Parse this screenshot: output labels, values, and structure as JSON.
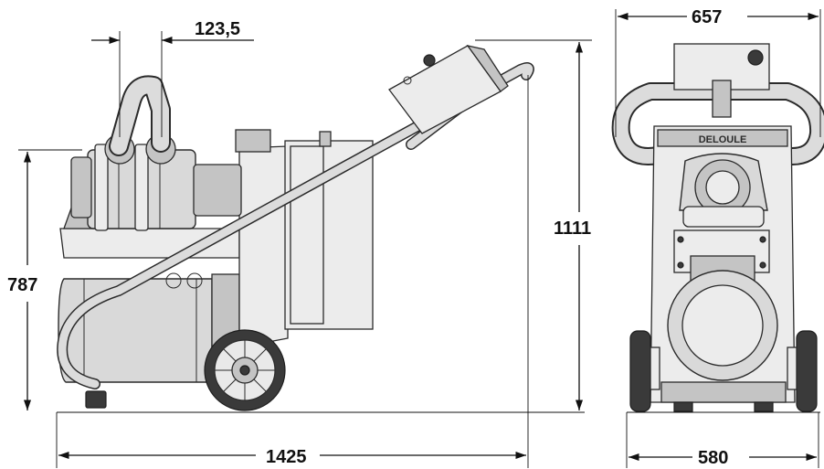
{
  "figure": {
    "subject": "grinding machine technical drawing",
    "views": [
      "side-view",
      "front-view"
    ],
    "dimension_color": "#111111",
    "machine_color": "#d9d9d9",
    "wheel_color": "#3a3a3a"
  },
  "dimensions": {
    "head_offset": "123,5",
    "total_height": "1111",
    "body_height": "787",
    "total_length": "1425",
    "top_width": "657",
    "base_width": "580"
  },
  "brand_label": "DELOULE"
}
